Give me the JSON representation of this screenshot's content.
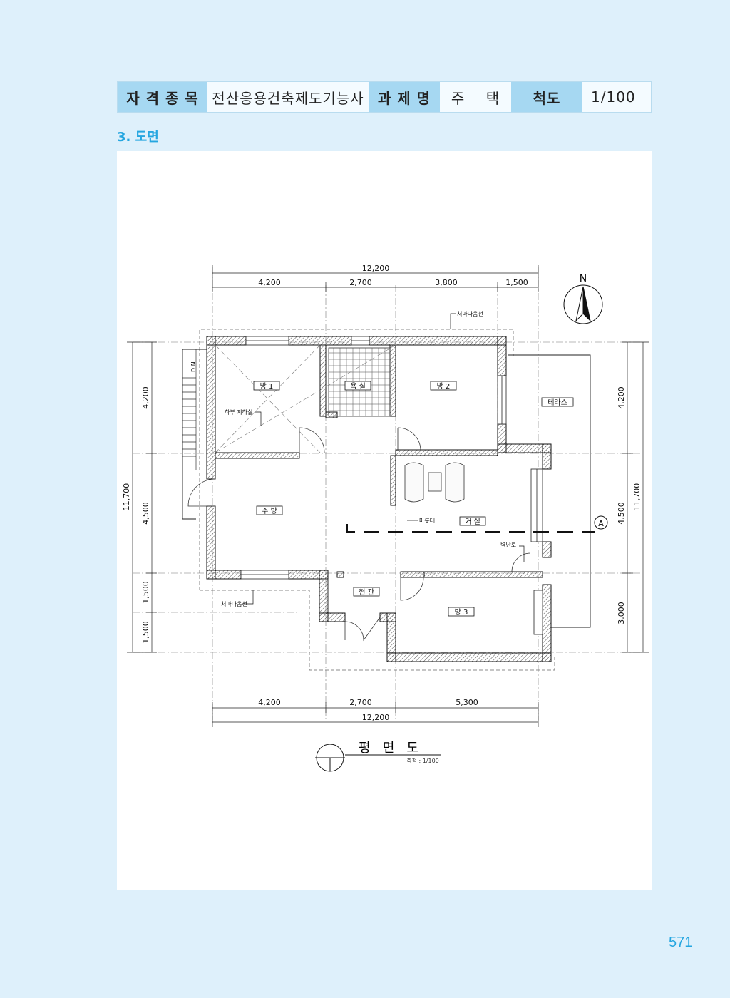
{
  "header": {
    "label1": "자 격 종 목",
    "value1": "전산응용건축제도기능사",
    "label2": "과 제 명",
    "value2": "주    택",
    "label3": "척도",
    "value3": "1/100"
  },
  "section_title": "3. 도면",
  "drawing": {
    "dims_top_total": "12,200",
    "dims_top": [
      "4,200",
      "2,700",
      "3,800",
      "1,500"
    ],
    "dims_bottom": [
      "4,200",
      "2,700",
      "5,300"
    ],
    "dims_bottom_total": "12,200",
    "dims_left": [
      "4,200",
      "4,500",
      "1,500",
      "1,500"
    ],
    "dims_left_total": "11,700",
    "dims_right": [
      "4,200",
      "4,500",
      "3,000"
    ],
    "dims_right_total": "11,700",
    "north": "N",
    "rooms": {
      "room1": "방 1",
      "bath": "욕 실",
      "room2": "방 2",
      "terrace": "테라스",
      "kitchen": "주 방",
      "living": "거 실",
      "entrance": "현 관",
      "room3": "방 3"
    },
    "notes": {
      "eave_top": "처마나옴선",
      "eave_bottom": "처마나옴선",
      "basement": "하부 지하실",
      "maru": "마룻대",
      "fireplace": "벽난로",
      "dn": "D.N"
    },
    "section_mark": "A",
    "plan_title": "평   면   도",
    "plan_scale": "축척 : 1/100"
  },
  "page_number": "571"
}
